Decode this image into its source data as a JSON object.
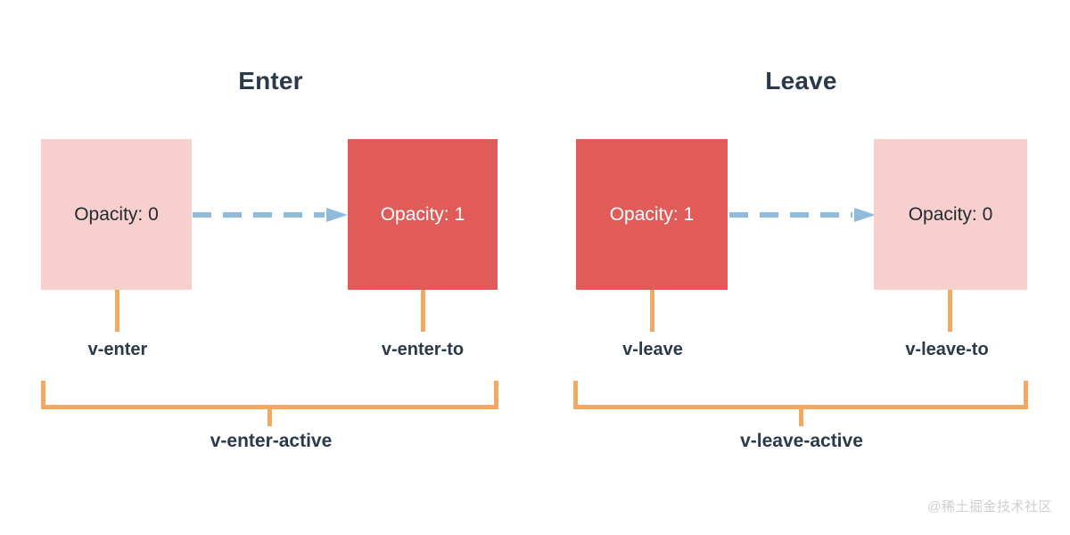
{
  "diagram": {
    "title_hidden": "",
    "panels": [
      {
        "id": "enter",
        "title": "Enter",
        "from_box": {
          "label": "Opacity: 0",
          "fill": "#f7cfcc",
          "text_color": "#222b33",
          "style": "light"
        },
        "to_box": {
          "label": "Opacity: 1",
          "fill": "#e15b58",
          "text_color": "#ffffff",
          "style": "solid"
        },
        "from_class": "v-enter",
        "to_class": "v-enter-to",
        "active_class": "v-enter-active",
        "arrow": {
          "icon": "dashed-arrow-right-icon",
          "color": "#8fbbdd",
          "dash_count": 5
        }
      },
      {
        "id": "leave",
        "title": "Leave",
        "from_box": {
          "label": "Opacity: 1",
          "fill": "#e15b58",
          "text_color": "#ffffff",
          "style": "solid"
        },
        "to_box": {
          "label": "Opacity: 0",
          "fill": "#f7cfcc",
          "text_color": "#222b33",
          "style": "light"
        },
        "from_class": "v-leave",
        "to_class": "v-leave-to",
        "active_class": "v-leave-active",
        "arrow": {
          "icon": "dashed-arrow-right-icon",
          "color": "#8fbbdd",
          "dash_count": 5
        }
      }
    ],
    "colors": {
      "background": "#ffffff",
      "text_dark": "#2b3a4a",
      "box_light": "#f7cfcc",
      "box_solid": "#e15b58",
      "arrow_blue": "#8fbbdd",
      "bracket_orange": "#f4a862",
      "watermark_gray": "#cfcfcf"
    }
  },
  "watermark": {
    "text": "@稀土掘金技术社区"
  }
}
